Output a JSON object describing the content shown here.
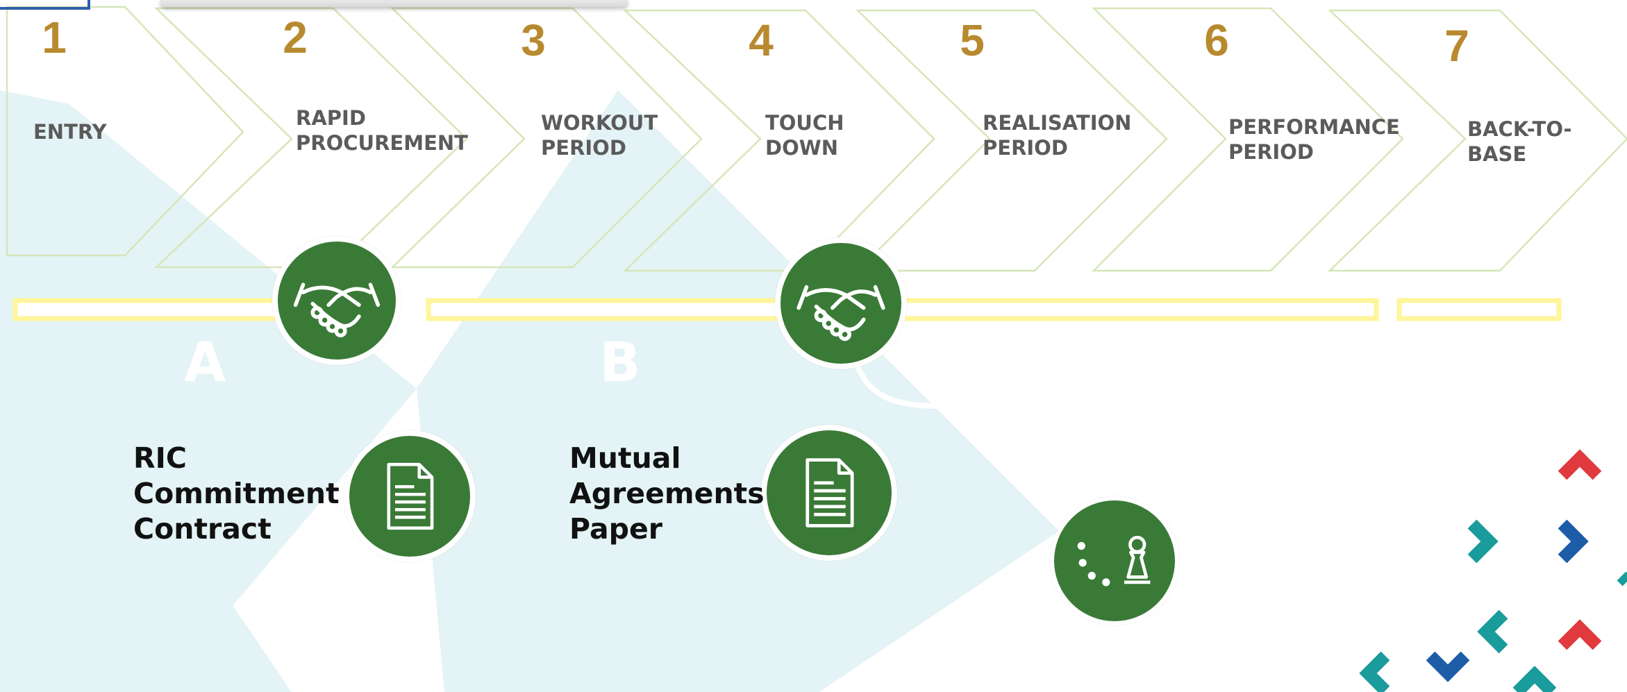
{
  "steps": [
    {
      "number": "1",
      "label": "ENTRY"
    },
    {
      "number": "2",
      "label": "RAPID\nPROCUREMENT"
    },
    {
      "number": "3",
      "label": "WORKOUT\nPERIOD"
    },
    {
      "number": "4",
      "label": "TOUCH\nDOWN"
    },
    {
      "number": "5",
      "label": "REALISATION\nPERIOD"
    },
    {
      "number": "6",
      "label": "PERFORMANCE\nPERIOD"
    },
    {
      "number": "7",
      "label": "BACK-TO-\nBASE"
    }
  ],
  "phases": [
    {
      "letter": "A"
    },
    {
      "letter": "B"
    }
  ],
  "deliverables": [
    {
      "label": "RIC\nCommitment\nContract",
      "icon": "document-icon"
    },
    {
      "label": "Mutual\nAgreements\nPaper",
      "icon": "document-icon"
    }
  ],
  "milestone_icons": [
    "handshake-icon",
    "handshake-icon",
    "pawn-path-icon"
  ],
  "colors": {
    "step_number": "#b88a2f",
    "step_label": "#5b5b5b",
    "circle_fill": "#3a7a37",
    "highlight_bar": "#fff59a",
    "band": "#e4f3f5",
    "chevron_outline": "#d6e6b8",
    "arrow_red": "#e03a3e",
    "arrow_teal": "#1a9b9c",
    "arrow_blue": "#1d5da8"
  }
}
